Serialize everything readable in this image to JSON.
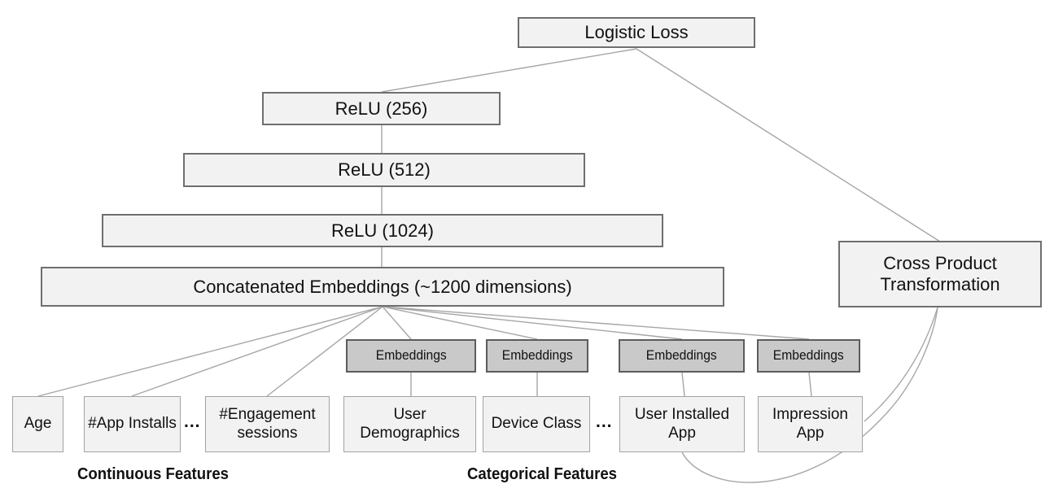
{
  "nodes": {
    "logistic_loss": {
      "label": "Logistic Loss"
    },
    "relu_256": {
      "label": "ReLU (256)"
    },
    "relu_512": {
      "label": "ReLU (512)"
    },
    "relu_1024": {
      "label": "ReLU (1024)"
    },
    "concatenated_embeddings": {
      "label": "Concatenated Embeddings (~1200 dimensions)"
    },
    "cross_product_transformation": {
      "label": "Cross Product Transformation"
    }
  },
  "embedding_boxes": [
    {
      "label": "Embeddings"
    },
    {
      "label": "Embeddings"
    },
    {
      "label": "Embeddings"
    },
    {
      "label": "Embeddings"
    }
  ],
  "continuous_features": [
    {
      "label": "Age"
    },
    {
      "label": "#App Installs"
    },
    {
      "label": "#Engagement sessions"
    }
  ],
  "categorical_features": [
    {
      "label": "User Demographics"
    },
    {
      "label": "Device Class"
    },
    {
      "label": "User Installed App"
    },
    {
      "label": "Impression App"
    }
  ],
  "ellipsis_continuous": "...",
  "ellipsis_categorical": "...",
  "group_labels": {
    "continuous": "Continuous Features",
    "categorical": "Categorical Features"
  },
  "colors": {
    "node_fill": "#f2f2f2",
    "node_border": "#6f6f6f",
    "embedding_fill": "#c9c9c9",
    "embedding_border": "#5c5c5c",
    "feature_border": "#a3a3a3",
    "edge": "#a6a6a6",
    "text": "#111111"
  }
}
